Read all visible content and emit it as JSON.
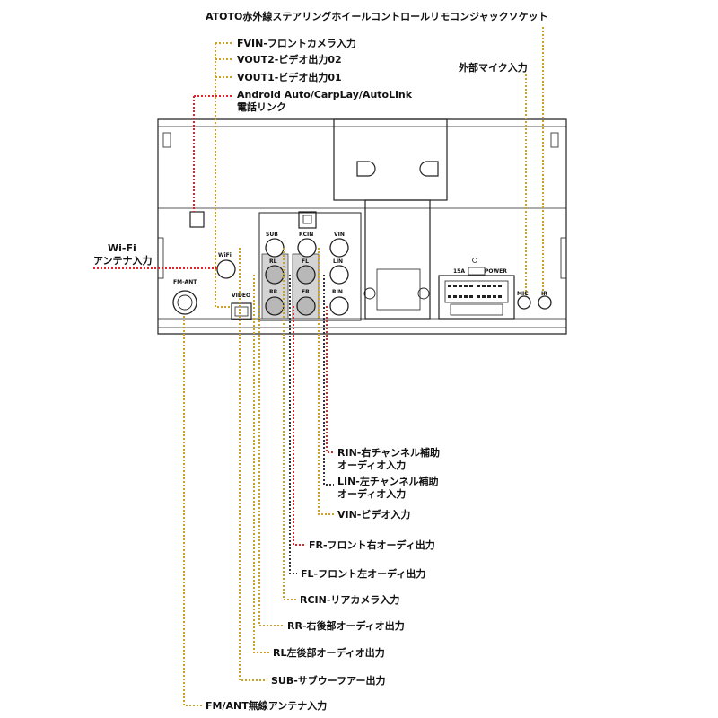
{
  "colors": {
    "gold": "#c9a227",
    "red": "#e0242b",
    "dark": "#333333",
    "port_fill": "#c8c8c8",
    "unit_line": "#222222"
  },
  "labels": {
    "ir_socket": "ATOTO赤外線ステアリングホイールコントロールリモコンジャックソケット",
    "fvin": "FVIN-フロントカメラ入力",
    "vout2": "VOUT2-ビデオ出力02",
    "vout1": "VOUT1-ビデオ出力01",
    "android_auto_1": "Android Auto/CarpLay/AutoLink",
    "android_auto_2": "電話リンク",
    "ext_mic": "外部マイク入力",
    "wifi_1": "Wi-Fi",
    "wifi_2": "アンテナ入力",
    "rin_1": "RIN-右チャンネル補助",
    "rin_2": "オーディオ入力",
    "lin_1": "LIN-左チャンネル補助",
    "lin_2": "オーディオ入力",
    "vin": "VIN-ビデオ入力",
    "fr": "FR-フロント右オーディ出力",
    "fl": "FL-フロント左オーディ出力",
    "rcin": "RCIN-リアカメラ入力",
    "rr": "RR-右後部オーディオ出力",
    "rl": "RL左後部オーディオ出力",
    "sub": "SUB-サブウーフアー出力",
    "fm_ant": "FM/ANT無線アンテナ入力"
  },
  "ports": {
    "wifi": "WiFi",
    "fm_ant": "FM-ANT",
    "video": "VIDEO",
    "sub": "SUB",
    "rcin": "RCIN",
    "vin": "VIN",
    "rl": "RL",
    "fl": "FL",
    "lin": "LIN",
    "rr": "RR",
    "fr": "FR",
    "rin": "RIN",
    "fuse": "15A",
    "power": "POWER",
    "mic": "MIC",
    "ir": "IR"
  },
  "icons": [
    "d-shaped-cutout-icon",
    "port-jack-icon"
  ]
}
